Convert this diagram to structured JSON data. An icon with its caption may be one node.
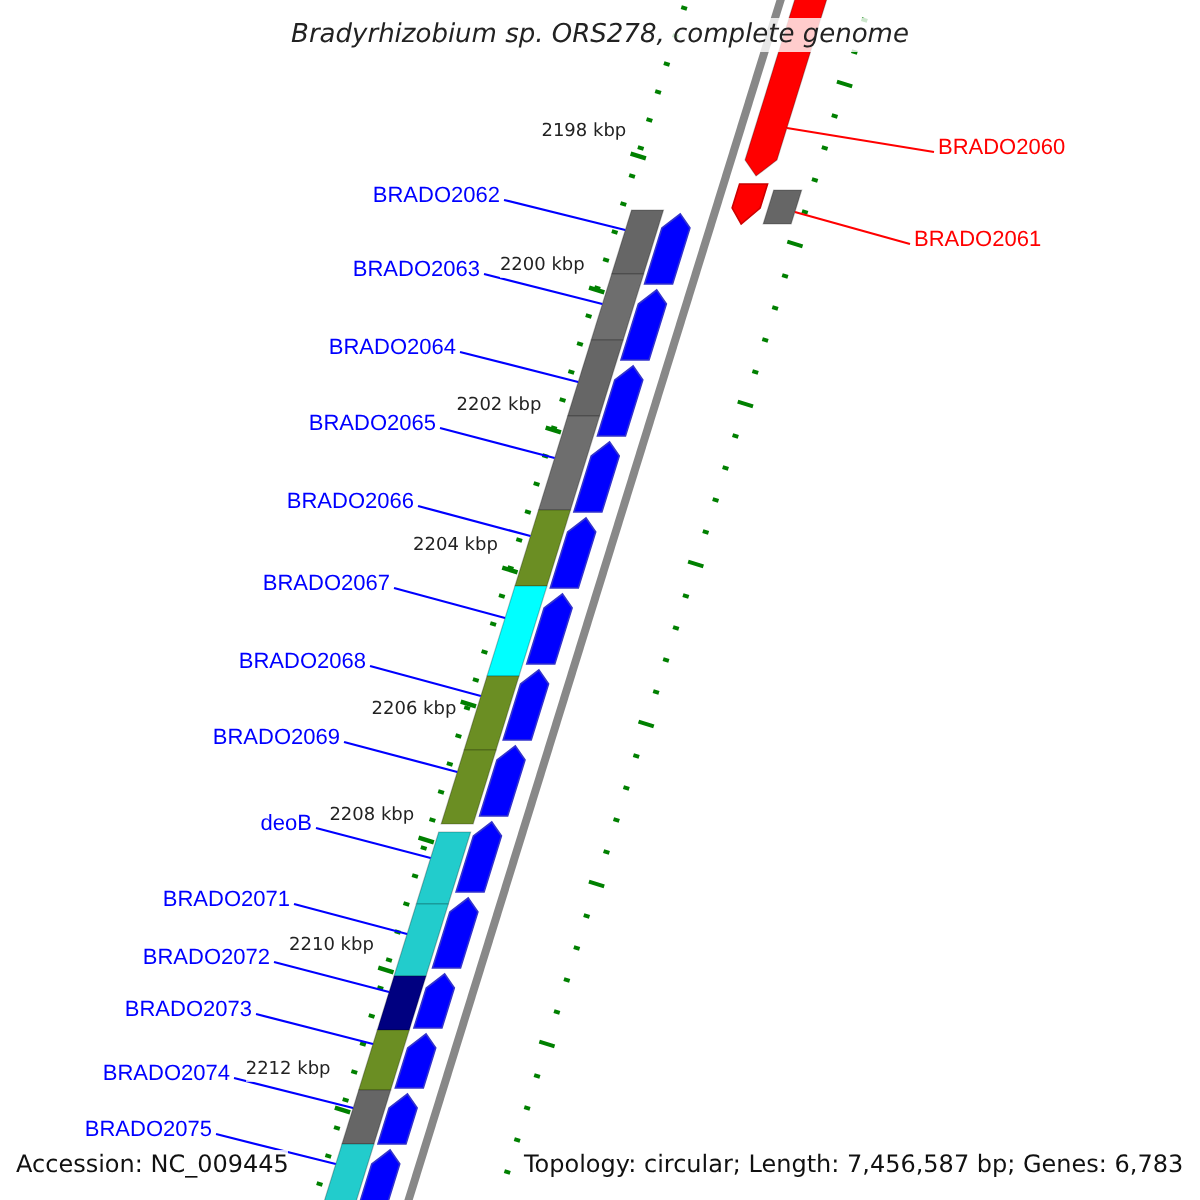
{
  "diagram": {
    "title": "Bradyrhizobium sp. ORS278, complete genome",
    "nodes": [
      {
        "text": [
          "BRADO2060"
        ]
      },
      {
        "text": [
          "BRADO2061"
        ]
      },
      {
        "text": [
          "BRADO2062"
        ]
      },
      {
        "text": [
          "BRADO2063"
        ]
      },
      {
        "text": [
          "BRADO2064"
        ]
      },
      {
        "text": [
          "BRADO2065"
        ]
      },
      {
        "text": [
          "BRADO2066"
        ]
      },
      {
        "text": [
          "BRADO2067"
        ]
      },
      {
        "text": [
          "BRADO2068"
        ]
      },
      {
        "text": [
          "BRADO2069"
        ]
      },
      {
        "text": [
          "deoB"
        ]
      },
      {
        "text": [
          "BRADO2071"
        ]
      },
      {
        "text": [
          "BRADO2072"
        ]
      },
      {
        "text": [
          "BRADO2073"
        ]
      },
      {
        "text": [
          "BRADO2074"
        ]
      },
      {
        "text": [
          "BRADO2075"
        ]
      },
      {
        "text": [],
        "shape": "arrow"
      },
      {
        "text": [],
        "shape": "box"
      },
      {
        "text": [],
        "shape": "bar"
      },
      {
        "text": [],
        "shape": "bar"
      },
      {
        "text": [],
        "shape": "bar"
      },
      {
        "text": [],
        "shape": "bar"
      },
      {
        "text": [],
        "shape": "bar"
      },
      {
        "text": [],
        "shape": "bar"
      },
      {
        "text": [],
        "shape": "bar"
      },
      {
        "text": [],
        "shape": "bar"
      },
      {
        "text": [],
        "shape": "bar"
      },
      {
        "text": [],
        "shape": "bar"
      },
      {
        "text": [],
        "shape": "bar"
      },
      {
        "text": [],
        "shape": "bar"
      },
      {
        "text": [],
        "shape": "bar"
      },
      {
        "text": [],
        "shape": "bar"
      }
    ],
    "edges": [
      {
        "from": 0,
        "to": 16,
        "arrow": "none",
        "color": "#ff0000"
      },
      {
        "from": 1,
        "to": 17,
        "arrow": "none",
        "color": "#ff0000"
      },
      {
        "from": 2,
        "to": 18,
        "arrow": "none"
      },
      {
        "from": 3,
        "to": 19,
        "arrow": "none"
      },
      {
        "from": 4,
        "to": 20,
        "arrow": "none"
      },
      {
        "from": 5,
        "to": 21,
        "arrow": "none"
      },
      {
        "from": 6,
        "to": 22,
        "arrow": "none"
      },
      {
        "from": 7,
        "to": 23,
        "arrow": "none"
      },
      {
        "from": 8,
        "to": 24,
        "arrow": "none"
      },
      {
        "from": 9,
        "to": 25,
        "arrow": "none"
      },
      {
        "from": 10,
        "to": 26,
        "arrow": "none"
      },
      {
        "from": 11,
        "to": 27,
        "arrow": "none"
      },
      {
        "from": 12,
        "to": 28,
        "arrow": "none"
      },
      {
        "from": 13,
        "to": 29,
        "arrow": "none"
      },
      {
        "from": 14,
        "to": 30,
        "arrow": "none"
      },
      {
        "from": 15,
        "to": 31,
        "arrow": "none"
      }
    ],
    "labels": [
      "2198 kbp",
      "2200 kbp",
      "2202 kbp",
      "2204 kbp",
      "2206 kbp",
      "2208 kbp",
      "2210 kbp",
      "2212 kbp",
      "Accession: NC_009445",
      "Topology: circular; Length: 7,456,587 bp; Genes: 6,783"
    ]
  }
}
